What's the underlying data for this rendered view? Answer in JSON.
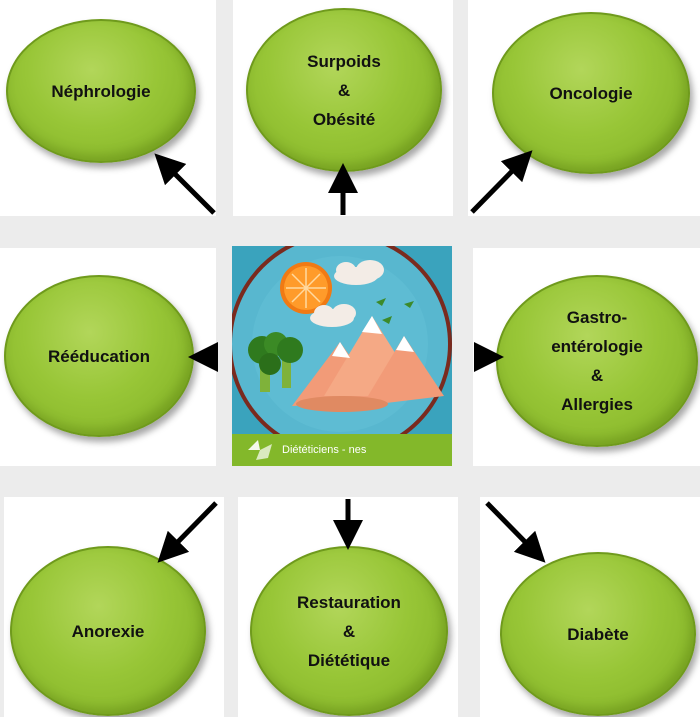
{
  "nodes": {
    "nephrologie": [
      "Néphrologie"
    ],
    "surpoids": [
      "Surpoids",
      "&",
      "Obésité"
    ],
    "oncologie": [
      "Oncologie"
    ],
    "reeducation": [
      "Rééducation"
    ],
    "gastro": [
      "Gastro-",
      "entérologie",
      "&",
      "Allergies"
    ],
    "anorexie": [
      "Anorexie"
    ],
    "restauration": [
      "Restauration",
      "&",
      "Diététique"
    ],
    "diabete": [
      "Diabète"
    ]
  },
  "center": {
    "banner_text": "Diététiciens - nes"
  },
  "colors": {
    "node_fill": "#98c637",
    "banner": "#83b82a",
    "plate": "#58b7cf",
    "arrow": "#000000"
  },
  "icons": [
    "up-left-arrow-icon",
    "up-arrow-icon",
    "up-right-arrow-icon",
    "left-arrow-icon",
    "right-arrow-icon",
    "down-left-arrow-icon",
    "down-arrow-icon",
    "down-right-arrow-icon",
    "logo-icon"
  ]
}
